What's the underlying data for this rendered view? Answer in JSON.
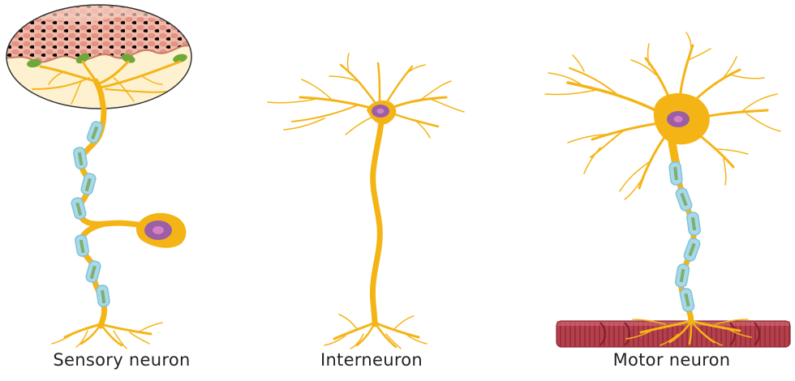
{
  "labels": {
    "sensory": "Sensory neuron",
    "interneuron": "Interneuron",
    "motor": "Motor neuron"
  },
  "colors": {
    "axon": "#f5b416",
    "soma": "#f5b416",
    "nucleus": "#9b5fa6",
    "nucleolus": "#d57fc4",
    "myelin": "#a9d8e8",
    "myelin_edge": "#7ec4d8",
    "node_green": "#6fa24a",
    "muscle": "#b5404d",
    "skin_top": "#f2c7b6",
    "skin_cells": "#e49a8f",
    "receptor": "#6fa83a",
    "dermis": "#fdf1cf"
  },
  "icons": [
    "skin-receptor-inset",
    "muscle-fiber"
  ]
}
